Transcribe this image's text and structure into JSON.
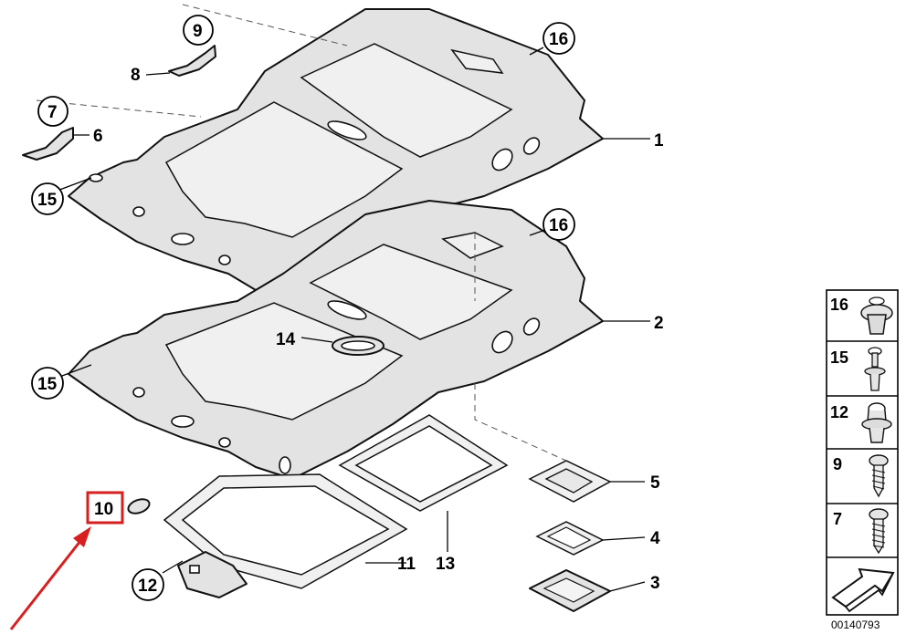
{
  "diagram": {
    "callouts": [
      {
        "id": "c1",
        "label": "1"
      },
      {
        "id": "c2",
        "label": "2"
      },
      {
        "id": "c3",
        "label": "3"
      },
      {
        "id": "c4",
        "label": "4"
      },
      {
        "id": "c5",
        "label": "5"
      },
      {
        "id": "c6",
        "label": "6"
      },
      {
        "id": "c7",
        "label": "7"
      },
      {
        "id": "c8",
        "label": "8"
      },
      {
        "id": "c9",
        "label": "9"
      },
      {
        "id": "c10",
        "label": "10"
      },
      {
        "id": "c11",
        "label": "11"
      },
      {
        "id": "c12",
        "label": "12"
      },
      {
        "id": "c13",
        "label": "13"
      },
      {
        "id": "c14",
        "label": "14"
      },
      {
        "id": "c15a",
        "label": "15"
      },
      {
        "id": "c15b",
        "label": "15"
      },
      {
        "id": "c16a",
        "label": "16"
      },
      {
        "id": "c16b",
        "label": "16"
      }
    ],
    "highlighted_label": "10",
    "highlight_color": "#d62020",
    "legend": {
      "items": [
        {
          "label": "16",
          "icon": "expanding-clip-icon"
        },
        {
          "label": "15",
          "icon": "rivet-clip-icon"
        },
        {
          "label": "12",
          "icon": "round-clip-icon"
        },
        {
          "label": "9",
          "icon": "screw-icon"
        },
        {
          "label": "7",
          "icon": "long-screw-icon"
        }
      ],
      "footer_icon": "direction-arrow-icon",
      "reference_number": "00140793"
    }
  }
}
